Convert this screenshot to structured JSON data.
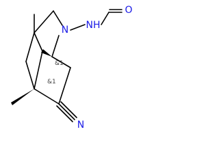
{
  "colors": {
    "background": "#ffffff",
    "bond": "#000000",
    "heteroatom": "#1a1ae6",
    "stereo_label": "#444444"
  },
  "atoms": {
    "nitrogen_ring": "N",
    "nitrogen_amide": "NH",
    "oxygen": "O",
    "nitrogen_nitrile": "N"
  },
  "stereo": {
    "upper": "&1",
    "lower": "&1"
  }
}
